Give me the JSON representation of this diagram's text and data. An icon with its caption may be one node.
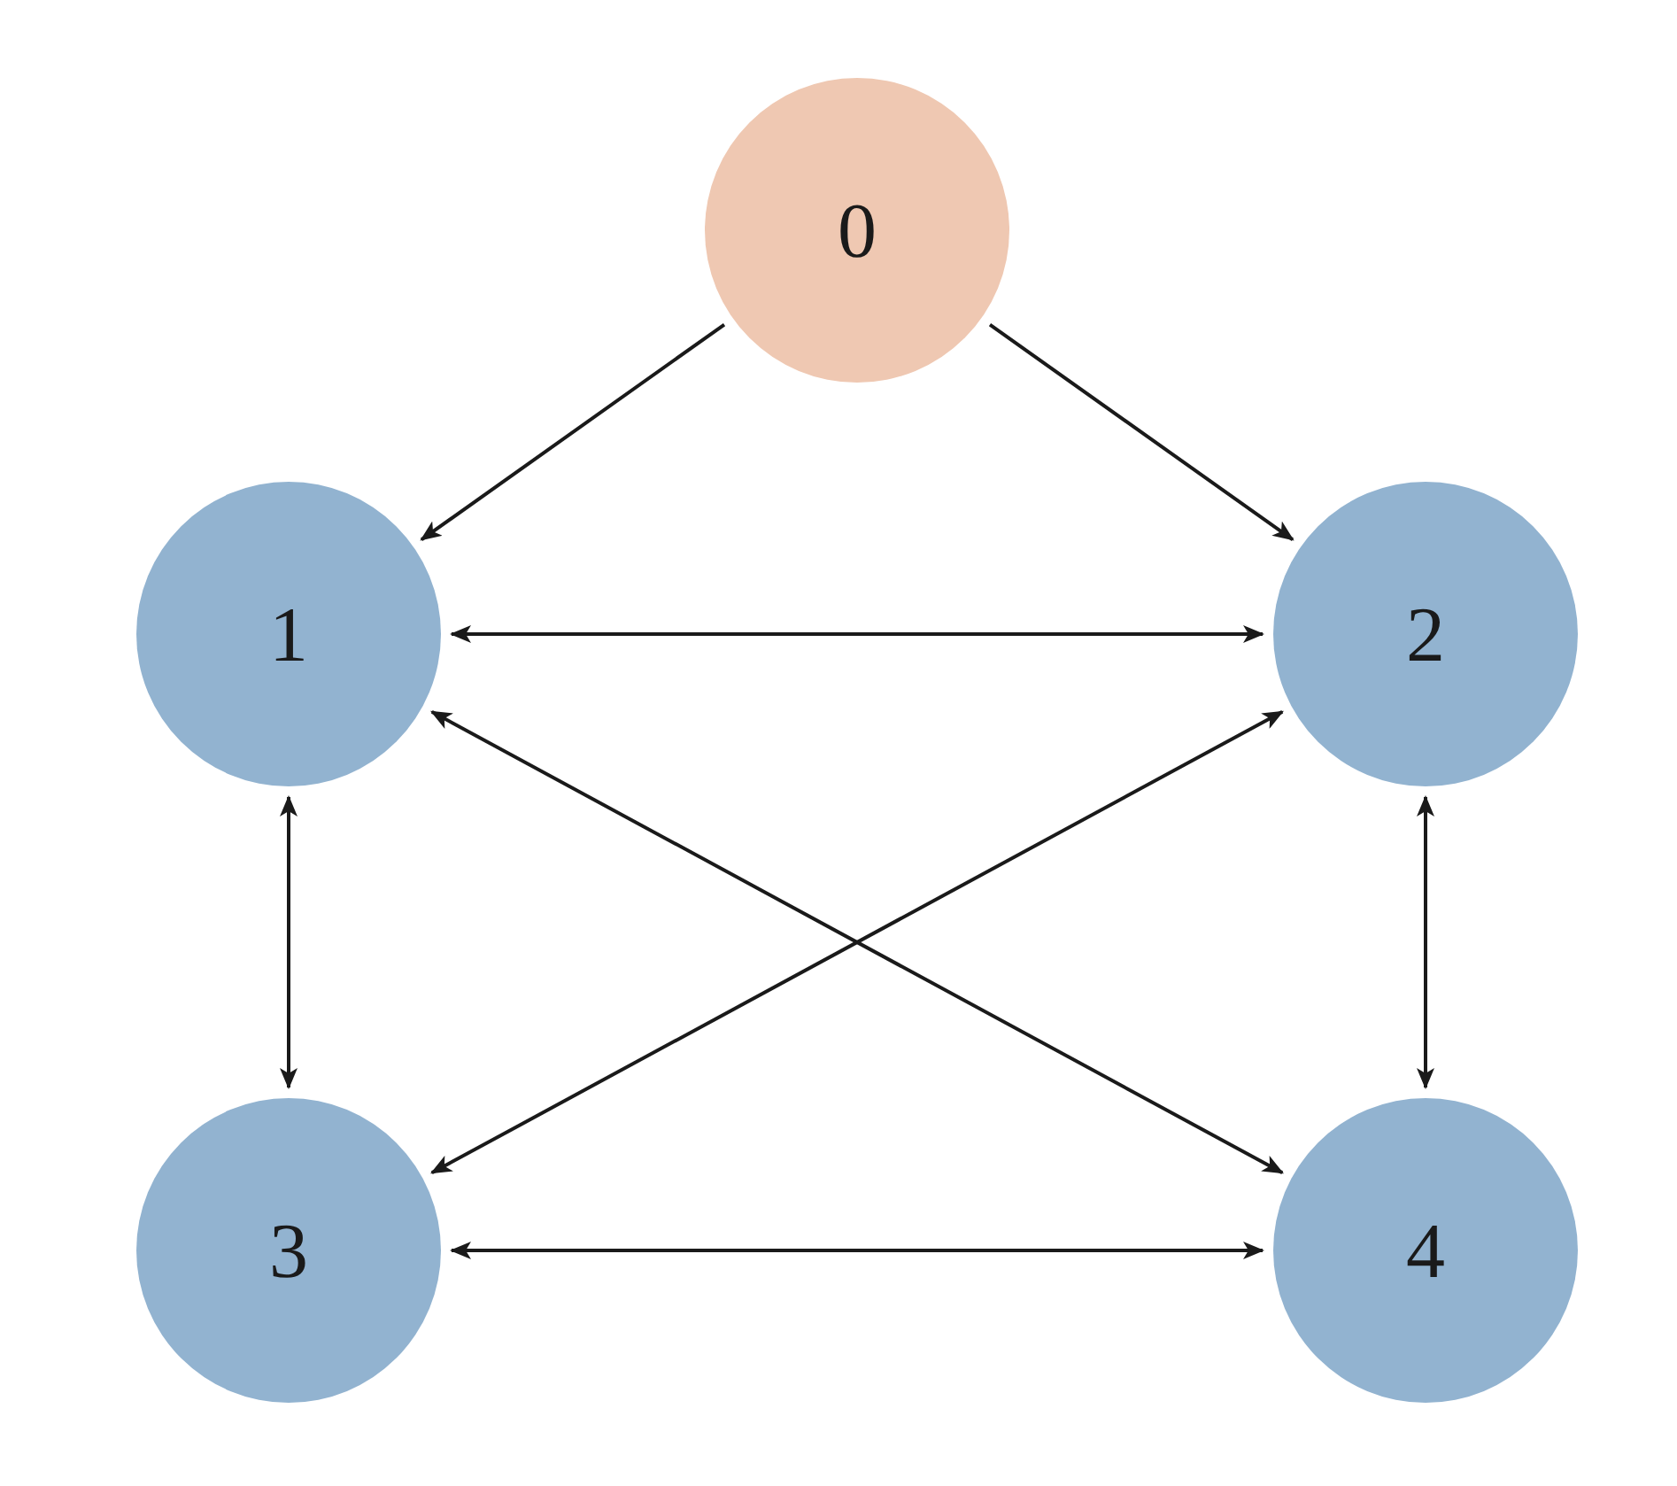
{
  "diagram": {
    "nodes": [
      {
        "text": [
          "0"
        ]
      },
      {
        "text": [
          "1"
        ]
      },
      {
        "text": [
          "2"
        ]
      },
      {
        "text": [
          "3"
        ]
      },
      {
        "text": [
          "4"
        ]
      }
    ],
    "edges": [
      {
        "from": 0,
        "to": 1,
        "arrow": "to"
      },
      {
        "from": 0,
        "to": 2,
        "arrow": "to"
      },
      {
        "from": 1,
        "to": 2,
        "arrow": "both"
      },
      {
        "from": 1,
        "to": 4,
        "arrow": "both"
      },
      {
        "from": 2,
        "to": 3,
        "arrow": "both"
      },
      {
        "from": 1,
        "to": 3,
        "arrow": "both"
      },
      {
        "from": 2,
        "to": 4,
        "arrow": "both"
      },
      {
        "from": 3,
        "to": 4,
        "arrow": "both"
      }
    ]
  }
}
